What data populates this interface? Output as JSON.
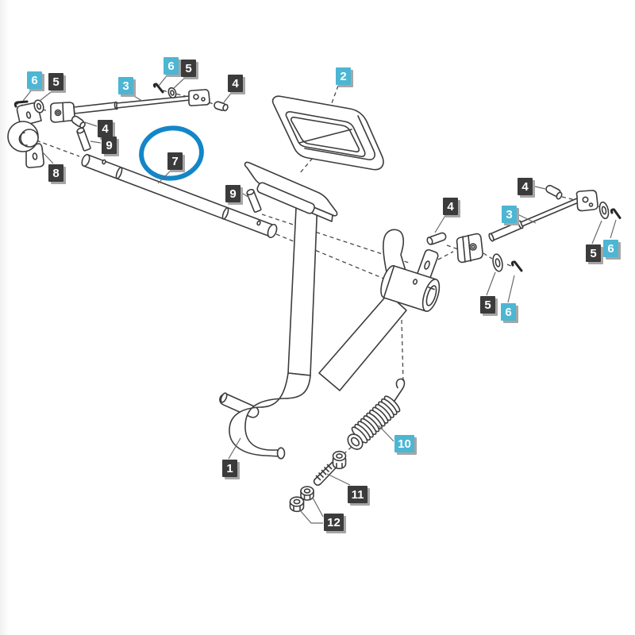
{
  "diagram": {
    "kind": "exploded-parts-diagram",
    "highlighted_part": "7",
    "part_numbers_visible": [
      "1",
      "2",
      "3",
      "4",
      "5",
      "6",
      "7",
      "8",
      "9",
      "10",
      "11",
      "12"
    ]
  },
  "colors": {
    "background": "#ffffff",
    "line_art": "#3c3c3c",
    "callout_dark_bg": "#3b3b3b",
    "callout_cyan_bg": "#4cb6d3",
    "callout_text": "#ffffff",
    "callout_shadow": "#a6a6a6",
    "highlight_circle": "#1386c8"
  },
  "labels": [
    {
      "text": "6",
      "kind": "cyan"
    },
    {
      "text": "5",
      "kind": "dark"
    },
    {
      "text": "3",
      "kind": "cyan"
    },
    {
      "text": "6",
      "kind": "cyan"
    },
    {
      "text": "5",
      "kind": "dark"
    },
    {
      "text": "4",
      "kind": "dark"
    },
    {
      "text": "2",
      "kind": "cyan"
    },
    {
      "text": "4",
      "kind": "dark"
    },
    {
      "text": "9",
      "kind": "dark"
    },
    {
      "text": "8",
      "kind": "dark"
    },
    {
      "text": "7",
      "kind": "dark"
    },
    {
      "text": "9",
      "kind": "dark"
    },
    {
      "text": "4",
      "kind": "dark"
    },
    {
      "text": "4",
      "kind": "dark"
    },
    {
      "text": "3",
      "kind": "cyan"
    },
    {
      "text": "5",
      "kind": "dark"
    },
    {
      "text": "6",
      "kind": "cyan"
    },
    {
      "text": "5",
      "kind": "dark"
    },
    {
      "text": "6",
      "kind": "cyan"
    },
    {
      "text": "1",
      "kind": "dark"
    },
    {
      "text": "10",
      "kind": "cyan"
    },
    {
      "text": "11",
      "kind": "dark"
    },
    {
      "text": "12",
      "kind": "dark"
    }
  ]
}
